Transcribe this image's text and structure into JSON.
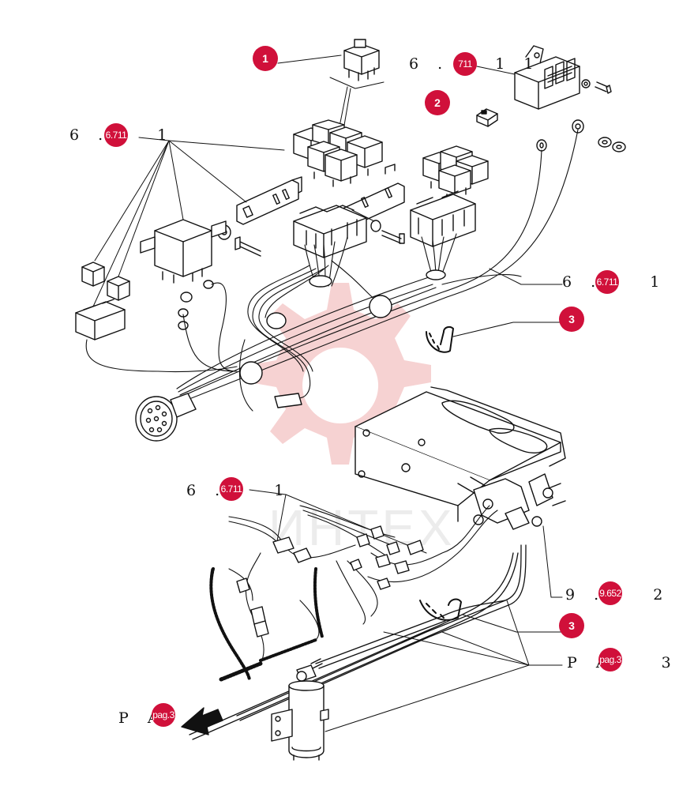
{
  "parts": {
    "relay_top": "1",
    "fuse": "2",
    "clamp_upper": "3",
    "clamp_lower": "3"
  },
  "references": {
    "ref_top_right_prefix": "6 .",
    "ref_top_right_link": "711",
    "ref_top_right_suffix": "1 1",
    "ref_left_prefix": "6 .",
    "ref_left_link": "6.711",
    "ref_left_suffix": "1",
    "ref_right_prefix": "6 .",
    "ref_right_link": "6.711",
    "ref_right_suffix": "1",
    "ref_mid_prefix": "6 .",
    "ref_mid_link": "6.711",
    "ref_mid_suffix": "1",
    "ref_evap_prefix": "9 .",
    "ref_evap_link": "9.652",
    "ref_evap_suffix": "2",
    "ref_pipes_prefix": "P A",
    "ref_pipes_link": "pag.3",
    "ref_pipes_suffix": "3",
    "ref_arrow_prefix": "P A",
    "ref_arrow_link": "pag.3"
  },
  "watermark": "ИНТЕХ",
  "colors": {
    "badge": "#d0103a",
    "watermark": "#f2b8b8",
    "ink": "#111111"
  }
}
